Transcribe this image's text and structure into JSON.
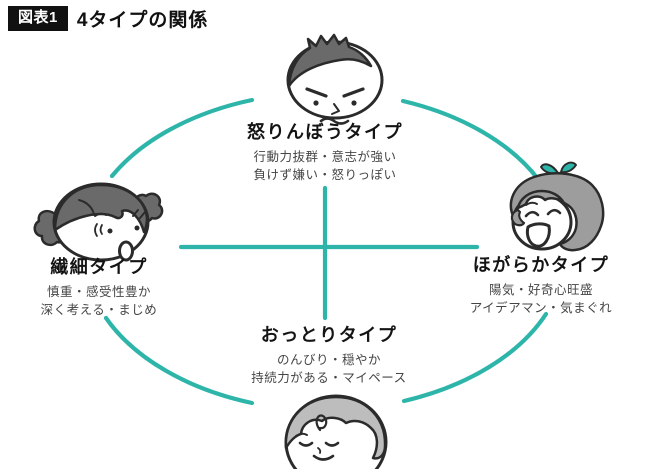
{
  "header": {
    "badge": "図表1",
    "title": "4タイプの関係"
  },
  "diagram": {
    "accent_color": "#2eb5aa",
    "outline_color": "#2b2b2b",
    "structure": "four character types placed on an ellipse around a central cross axis",
    "types": [
      {
        "position": "top",
        "name": "怒りんぼうタイプ",
        "face": "angry-boy-face",
        "traits": [
          "行動力抜群・意志が強い",
          "負けず嫌い・怒りっぽい"
        ]
      },
      {
        "position": "left",
        "name": "繊細タイプ",
        "face": "worried-girl-face",
        "traits": [
          "慎重・感受性豊か",
          "深く考える・まじめ"
        ]
      },
      {
        "position": "right",
        "name": "ほがらかタイプ",
        "face": "cheerful-girl-face",
        "traits": [
          "陽気・好奇心旺盛",
          "アイデアマン・気まぐれ"
        ]
      },
      {
        "position": "bottom",
        "name": "おっとりタイプ",
        "face": "relaxed-child-face",
        "traits": [
          "のんびり・穏やか",
          "持続力がある・マイペース"
        ]
      }
    ]
  }
}
